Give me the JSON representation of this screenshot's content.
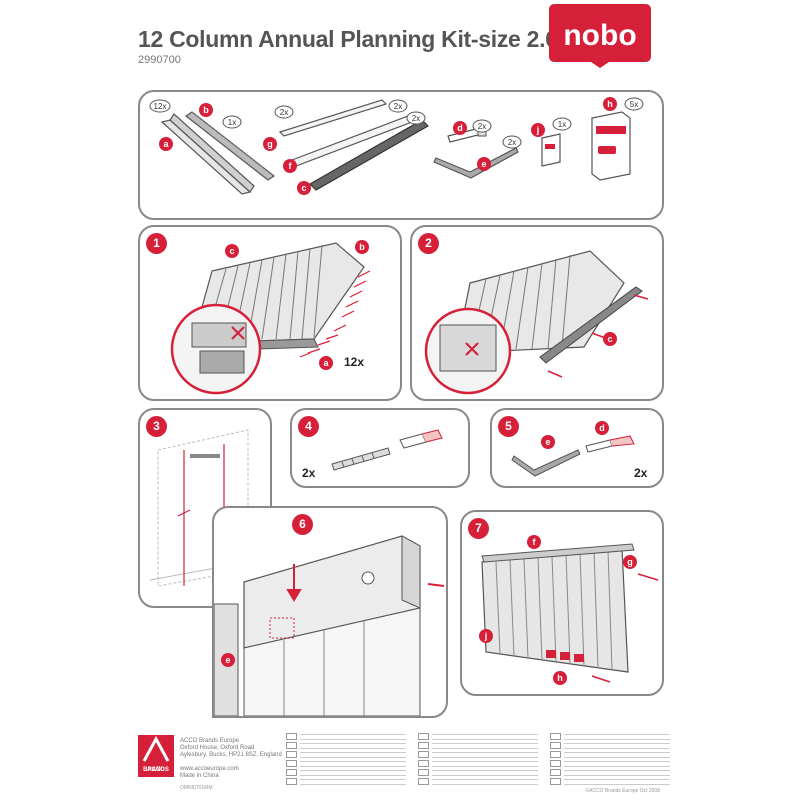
{
  "header": {
    "title": "12 Column Annual Planning Kit-size 2.0",
    "code": "2990700",
    "brand": "nobo"
  },
  "colors": {
    "brand_red": "#d6203a",
    "border_grey": "#888888",
    "line_grey": "#555555"
  },
  "parts": [
    {
      "letter": "a",
      "qty": "12x"
    },
    {
      "letter": "b",
      "qty": "1x"
    },
    {
      "letter": "c",
      "qty": "2x"
    },
    {
      "letter": "d",
      "qty": "2x"
    },
    {
      "letter": "e",
      "qty": "2x"
    },
    {
      "letter": "f",
      "qty": "2x"
    },
    {
      "letter": "g",
      "qty": "2x"
    },
    {
      "letter": "h",
      "qty": "5x"
    },
    {
      "letter": "j",
      "qty": "1x"
    }
  ],
  "steps": {
    "s1": {
      "num": "1",
      "labels": [
        "c",
        "b",
        "a"
      ],
      "qty": "12x"
    },
    "s2": {
      "num": "2",
      "labels": [
        "c"
      ]
    },
    "s3": {
      "num": "3"
    },
    "s4": {
      "num": "4",
      "qty": "2x"
    },
    "s5": {
      "num": "5",
      "labels": [
        "e",
        "d"
      ],
      "qty": "2x"
    },
    "s6": {
      "num": "6",
      "labels": [
        "e"
      ]
    },
    "s7": {
      "num": "7",
      "labels": [
        "f",
        "g",
        "j",
        "h"
      ]
    }
  },
  "footer": {
    "acco": "ACCO",
    "acco_sub": "BRANDS",
    "address": [
      "ACCO Brands Europe",
      "Oxford House, Oxford Road",
      "Aylesbury, Bucks, HP21 8SZ, England",
      "",
      "www.accoeurope.com",
      "Made in China"
    ],
    "ref": "OMNI0701MM",
    "copyright": "©ACCO Brands Europe Oct 2008"
  }
}
